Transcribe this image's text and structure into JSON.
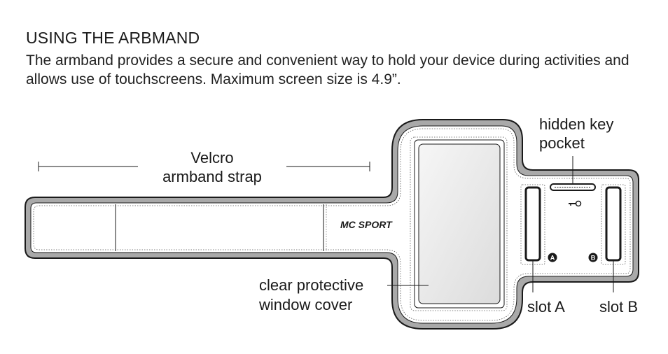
{
  "header": {
    "title": "USING THE ARBMAND",
    "description": "The armband provides a secure and convenient way to hold your device during activities and allows use of touchscreens. Maximum screen size is 4.9”."
  },
  "diagram": {
    "strap_label_line1": "Velcro",
    "strap_label_line2": "armband strap",
    "key_pocket_line1": "hidden key",
    "key_pocket_line2": "pocket",
    "window_line1": "clear protective",
    "window_line2": "window cover",
    "slot_a_label": "slot A",
    "slot_b_label": "slot B",
    "slot_a_marker": "A",
    "slot_b_marker": "B",
    "brand_logo": "MC SPORT",
    "colors": {
      "outline": "#1a1a1a",
      "band_fill": "#a9a9a9",
      "inner_fill": "#ffffff",
      "window_fill": "#ececec"
    }
  }
}
